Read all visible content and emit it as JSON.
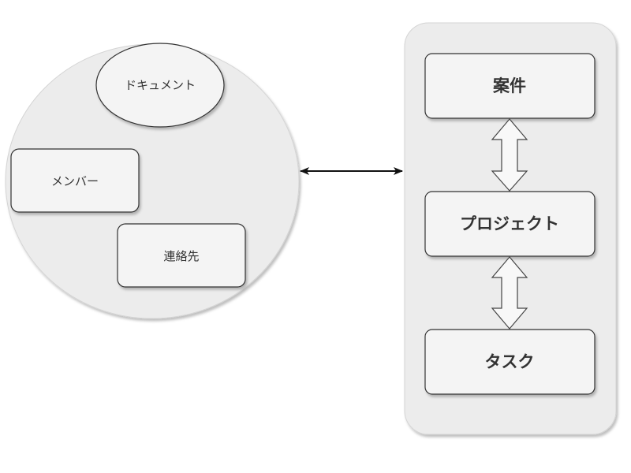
{
  "diagram": {
    "group_left": {
      "items": {
        "document": "ドキュメント",
        "member": "メンバー",
        "contact": "連絡先"
      }
    },
    "group_right": {
      "items": {
        "case": "案件",
        "project": "プロジェクト",
        "task": "タスク"
      }
    },
    "colors": {
      "group_fill": "#ececec",
      "node_fill": "#f4f4f4",
      "stroke": "#333333",
      "text": "#333333"
    }
  }
}
